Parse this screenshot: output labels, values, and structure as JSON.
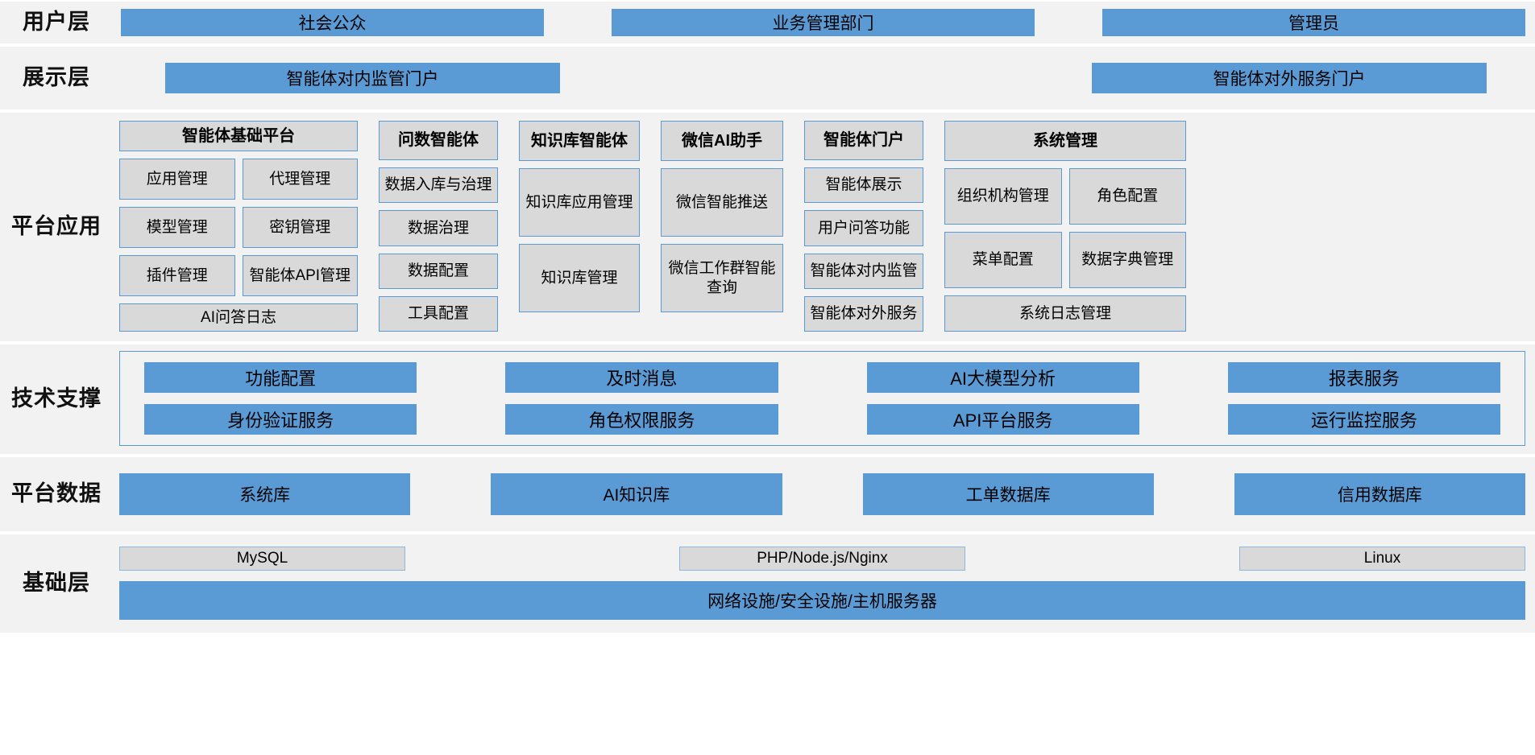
{
  "layers": {
    "user": {
      "label": "用户层",
      "items": [
        {
          "label": "社会公众"
        },
        {
          "label": "业务管理部门"
        },
        {
          "label": "管理员"
        }
      ]
    },
    "presentation": {
      "label": "展示层",
      "items": [
        {
          "label": "智能体对内监管门户"
        },
        {
          "label": "智能体对外服务门户"
        }
      ]
    },
    "platform_application": {
      "label_line1": "平台",
      "label_line2": "应用",
      "columns": [
        {
          "head": "智能体基础平台",
          "rows": [
            [
              "应用管理",
              "代理管理"
            ],
            [
              "模型管理",
              "密钥管理"
            ],
            [
              "插件管理",
              "智能体API管理"
            ]
          ],
          "wide": "AI问答日志"
        },
        {
          "head": "问数智能体",
          "items": [
            "数据入库与治理",
            "数据治理",
            "数据配置",
            "工具配置"
          ]
        },
        {
          "head": "知识库智能体",
          "items": [
            "知识库应用管理",
            "知识库管理"
          ]
        },
        {
          "head": "微信AI助手",
          "items": [
            "微信智能推送",
            "微信工作群智能查询"
          ]
        },
        {
          "head": "智能体门户",
          "items": [
            "智能体展示",
            "用户问答功能",
            "智能体对内监管",
            "智能体对外服务"
          ]
        },
        {
          "head": "系统管理",
          "rows": [
            [
              "组织机构管理",
              "角色配置"
            ],
            [
              "菜单配置",
              "数据字典管理"
            ]
          ],
          "wide": "系统日志管理"
        }
      ]
    },
    "tech_support": {
      "label_line1": "技术",
      "label_line2": "支撑",
      "rows": [
        [
          "功能配置",
          "及时消息",
          "AI大模型分析",
          "报表服务"
        ],
        [
          "身份验证服务",
          "角色权限服务",
          "API平台服务",
          "运行监控服务"
        ]
      ]
    },
    "platform_data": {
      "label_line1": "平台",
      "label_line2": "数据",
      "items": [
        "系统库",
        "AI知识库",
        "工单数据库",
        "信用数据库"
      ]
    },
    "infrastructure": {
      "label": "基础层",
      "top_items": [
        "MySQL",
        "PHP/Node.js/Nginx",
        "Linux"
      ],
      "bottom_item": "网络设施/安全设施/主机服务器"
    }
  },
  "colors": {
    "accent_blue": "#5b9bd5",
    "box_grey": "#d9d9d9",
    "band_grey": "#f2f2f2"
  }
}
